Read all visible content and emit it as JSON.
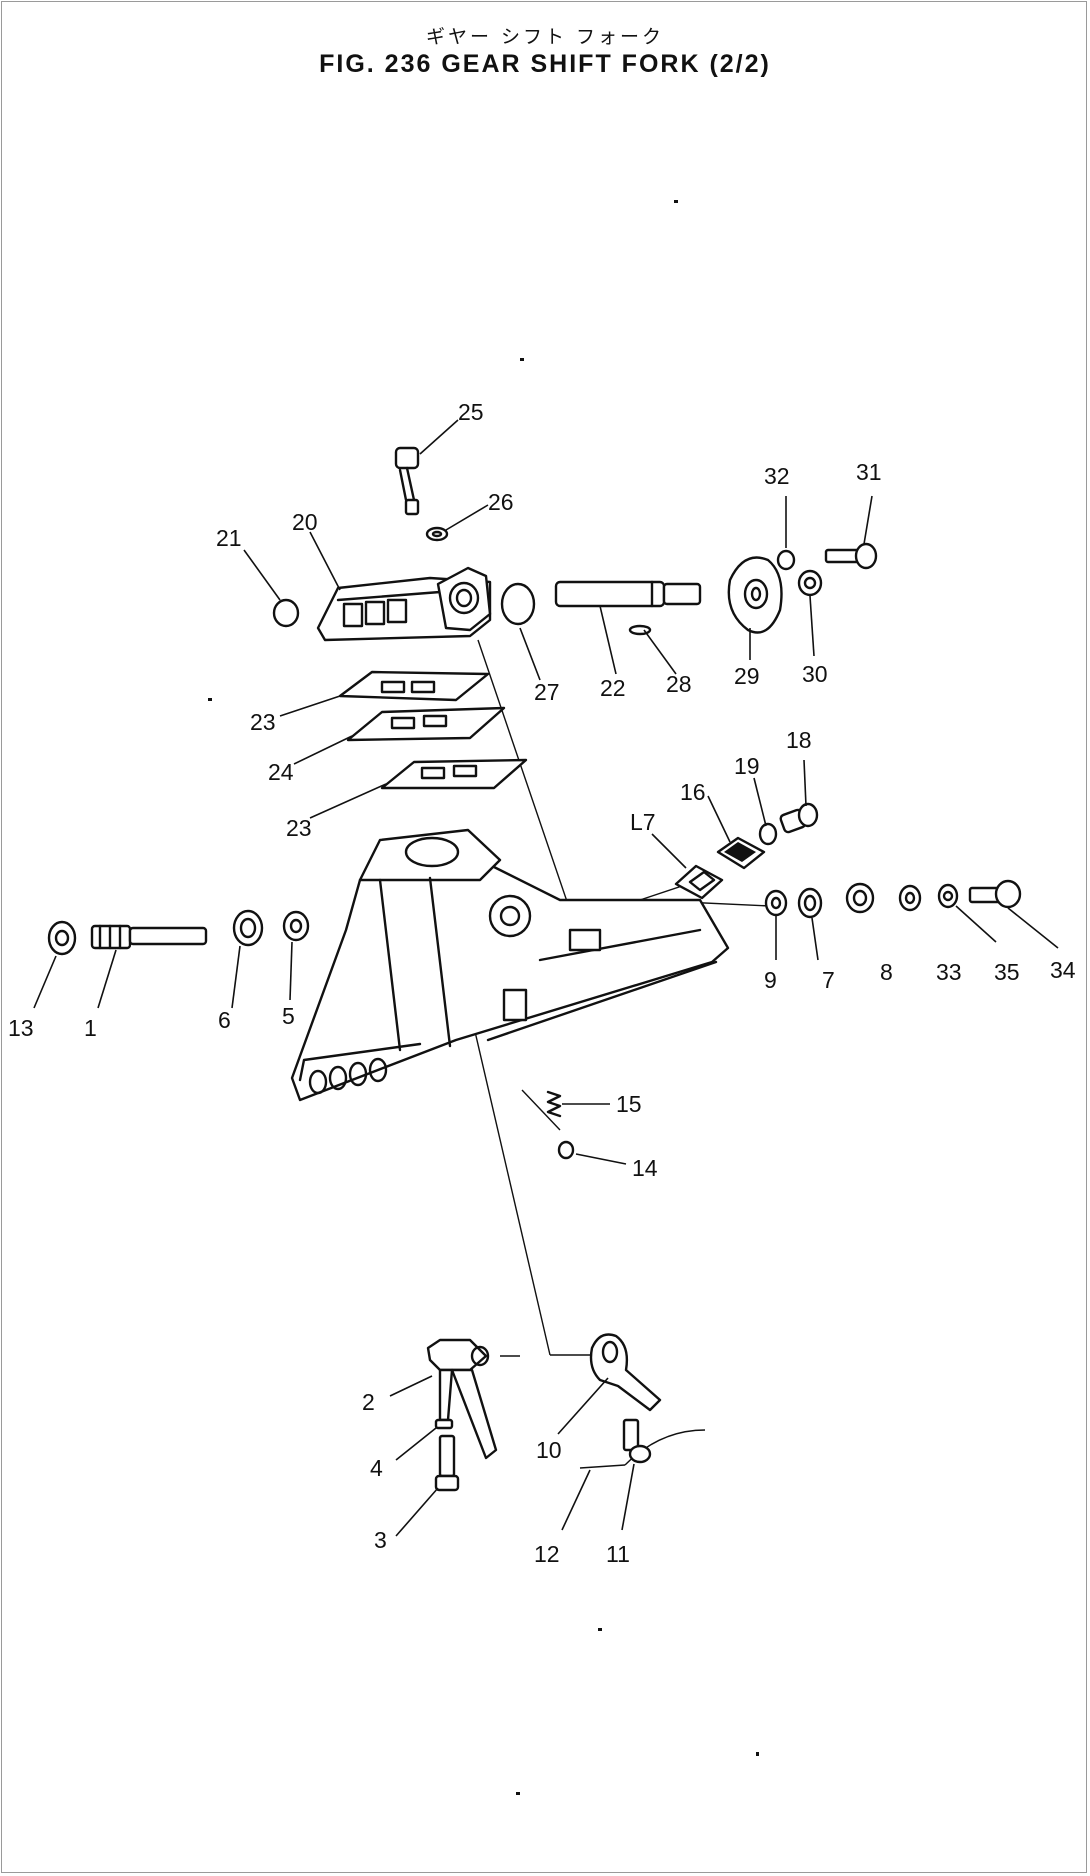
{
  "title_jp": "ギヤー シフト フォーク",
  "title_en": "FIG. 236  GEAR  SHIFT  FORK  (2/2)",
  "callouts": {
    "c25": "25",
    "c26": "26",
    "c21": "21",
    "c20": "20",
    "c32": "32",
    "c31": "31",
    "c27": "27",
    "c22": "22",
    "c28": "28",
    "c29": "29",
    "c30": "30",
    "c23a": "23",
    "c24": "24",
    "c23b": "23",
    "c18": "18",
    "c19": "19",
    "c16": "16",
    "c17": "L7",
    "c9": "9",
    "c7": "7",
    "c8": "8",
    "c33": "33",
    "c35": "35",
    "c34": "34",
    "c13": "13",
    "c1": "1",
    "c6": "6",
    "c5": "5",
    "c15": "15",
    "c14": "14",
    "c2": "2",
    "c4": "4",
    "c3": "3",
    "c10": "10",
    "c12": "12",
    "c11": "11"
  }
}
